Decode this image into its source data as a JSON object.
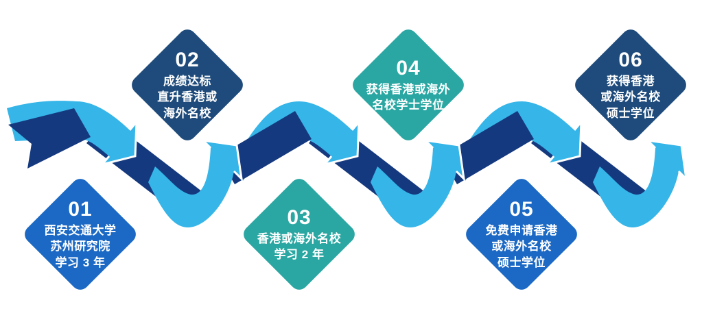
{
  "colors": {
    "light_blue": "#35b5e8",
    "ribbon_navy": "#15397e",
    "background": "#ffffff",
    "diamond_blue": "#1b69c4",
    "diamond_navy": "#1e4b7b",
    "diamond_teal": "#2aa7a2",
    "step_text_color": "#ffffff"
  },
  "flow": {
    "type": "process-flow",
    "direction": "left-to-right",
    "step_count": 6
  },
  "steps": [
    {
      "number": "01",
      "text": "西安交通大学\n苏州研究院\n学习 3 年",
      "color": "#1b69c4",
      "position": "bottom"
    },
    {
      "number": "02",
      "text": "成绩达标\n直升香港或\n海外名校",
      "color": "#1e4b7b",
      "position": "top"
    },
    {
      "number": "03",
      "text": "香港或海外名校\n学习 2 年",
      "color": "#2aa7a2",
      "position": "bottom"
    },
    {
      "number": "04",
      "text": "获得香港或海外\n名校学士学位",
      "color": "#2aa7a2",
      "position": "top"
    },
    {
      "number": "05",
      "text": "免费申请香港\n或海外名校\n硕士学位",
      "color": "#1b69c4",
      "position": "bottom"
    },
    {
      "number": "06",
      "text": "获得香港\n或海外名校\n硕士学位",
      "color": "#1e4b7b",
      "position": "top"
    }
  ]
}
